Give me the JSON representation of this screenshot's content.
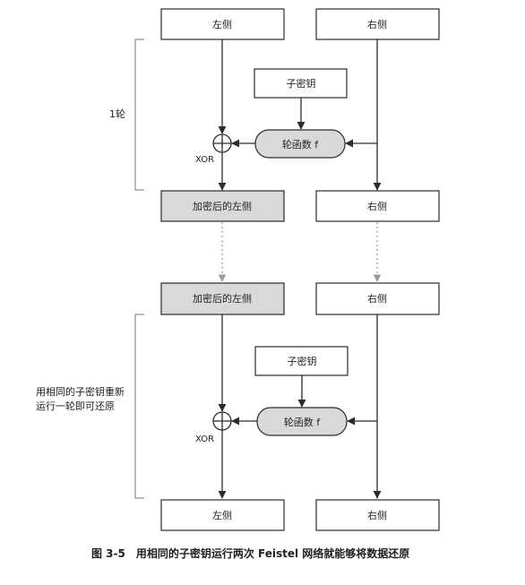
{
  "round1": {
    "left_label": "左侧",
    "right_label": "右侧",
    "subkey_label": "子密钥",
    "round_function_label": "轮函数 f",
    "xor_label": "XOR",
    "encrypted_left_label": "加密后的左侧",
    "right_out_label": "右侧",
    "group_label": "1轮"
  },
  "round2": {
    "encrypted_left_label": "加密后的左侧",
    "right_label": "右侧",
    "subkey_label": "子密钥",
    "round_function_label": "轮函数 f",
    "xor_label": "XOR",
    "left_out_label": "左侧",
    "right_out_label": "右侧",
    "group_label_lines": [
      "用相同的子密钥重新",
      "运行一轮即可还原"
    ]
  },
  "caption": {
    "text": "图 3-5　用相同的子密钥运行两次 Feistel 网络就能够将数据还原"
  },
  "colors": {
    "stroke": "#2b2b2b",
    "gray_fill": "#d9d9d9",
    "dotted_line": "#9a9a9a",
    "bracket": "#777777"
  }
}
